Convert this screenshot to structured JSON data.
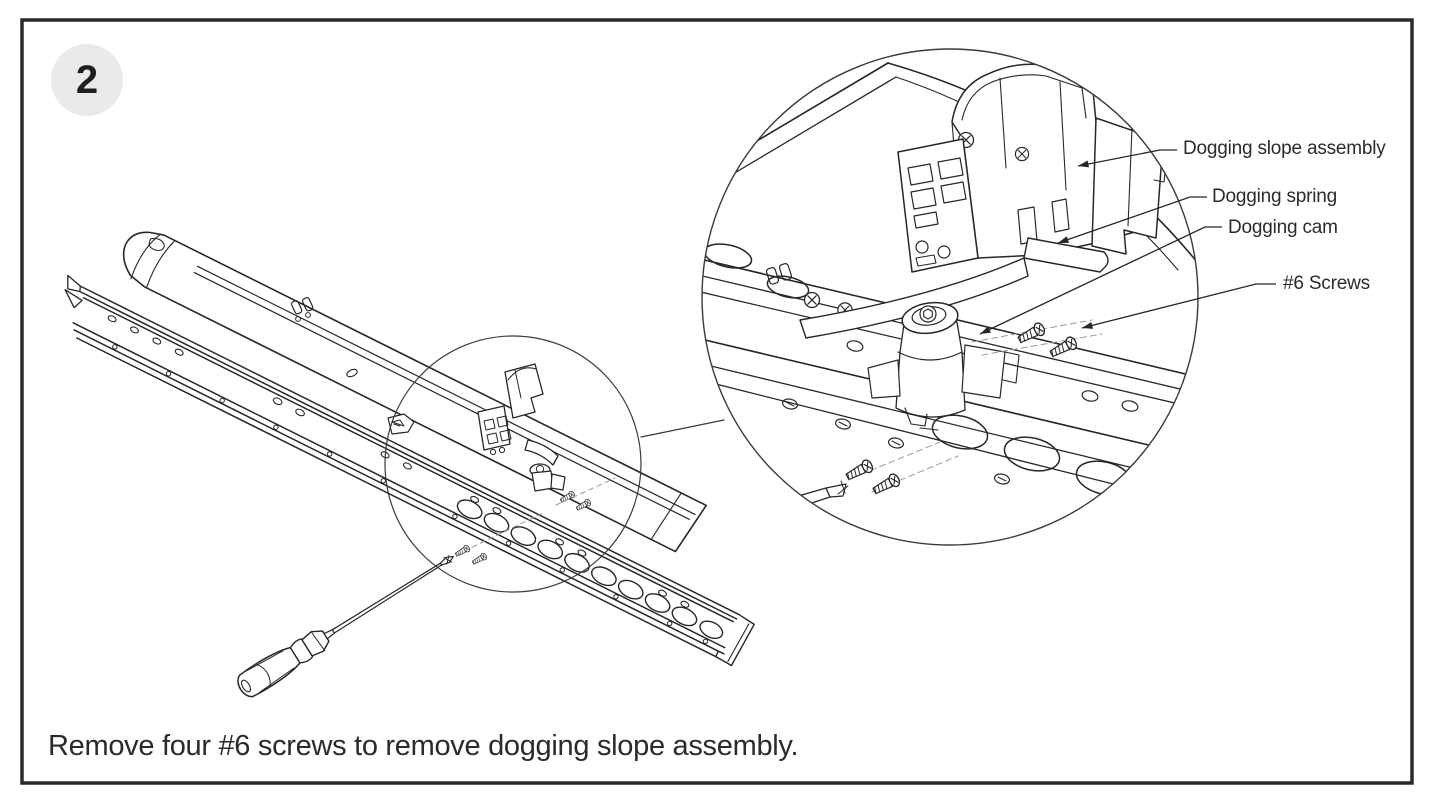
{
  "step_badge": {
    "number": "2"
  },
  "callouts": {
    "dogging_slope_assembly": "Dogging slope assembly",
    "dogging_spring": "Dogging spring",
    "dogging_cam": "Dogging cam",
    "screws": "#6 Screws"
  },
  "caption": "Remove four #6 screws to remove dogging slope assembly.",
  "colors": {
    "line": "#2a2627",
    "label_text": "#2b2b2b",
    "background": "#ffffff",
    "step_badge_bg": "#eaeaea",
    "border": "#2a2a2a"
  }
}
